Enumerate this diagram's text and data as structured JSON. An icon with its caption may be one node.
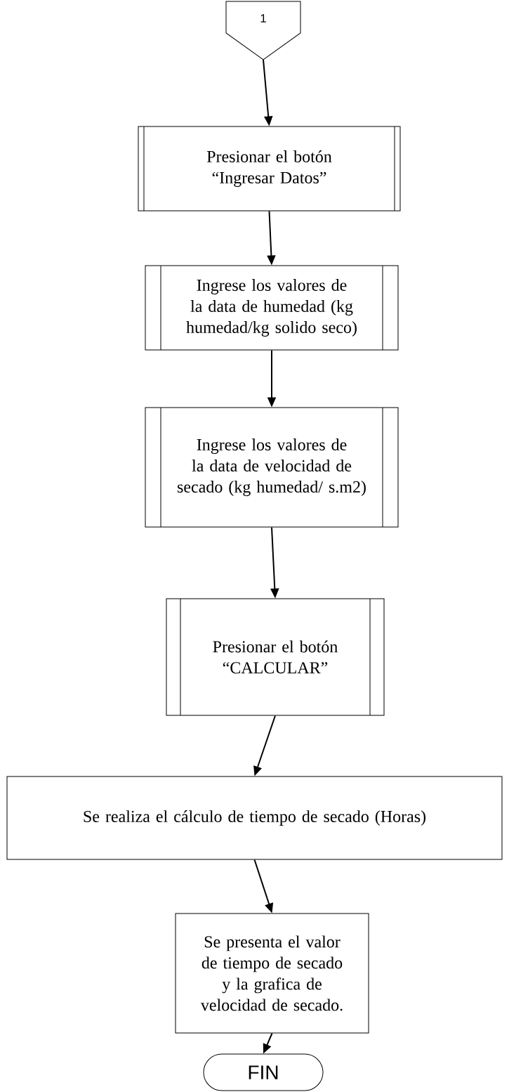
{
  "diagram": {
    "nodes": [
      {
        "text": [
          "1"
        ]
      },
      {
        "text": [
          "Presionar el botón “Ingresar Datos”"
        ]
      },
      {
        "text": [
          "Ingrese los valores de la data de humedad (kg humedad/kg solido seco)"
        ]
      },
      {
        "text": [
          "Ingrese los valores de la data de velocidad de secado (kg humedad/ s.m2)"
        ]
      },
      {
        "text": [
          "Presionar el botón “CALCULAR”"
        ]
      },
      {
        "text": [
          "Se realiza el cálculo de tiempo de secado (Horas)"
        ]
      },
      {
        "text": [
          "Se presenta el valor de tiempo de secado y la grafica de velocidad de secado."
        ]
      },
      {
        "text": [
          "FIN"
        ]
      }
    ],
    "edges": [
      {
        "from": 0,
        "to": 1,
        "arrow": "to"
      },
      {
        "from": 1,
        "to": 2,
        "arrow": "to"
      },
      {
        "from": 2,
        "to": 3,
        "arrow": "to"
      },
      {
        "from": 3,
        "to": 4,
        "arrow": "to"
      },
      {
        "from": 4,
        "to": 5,
        "arrow": "to"
      },
      {
        "from": 5,
        "to": 6,
        "arrow": "to"
      },
      {
        "from": 6,
        "to": 7,
        "arrow": "to"
      }
    ]
  }
}
